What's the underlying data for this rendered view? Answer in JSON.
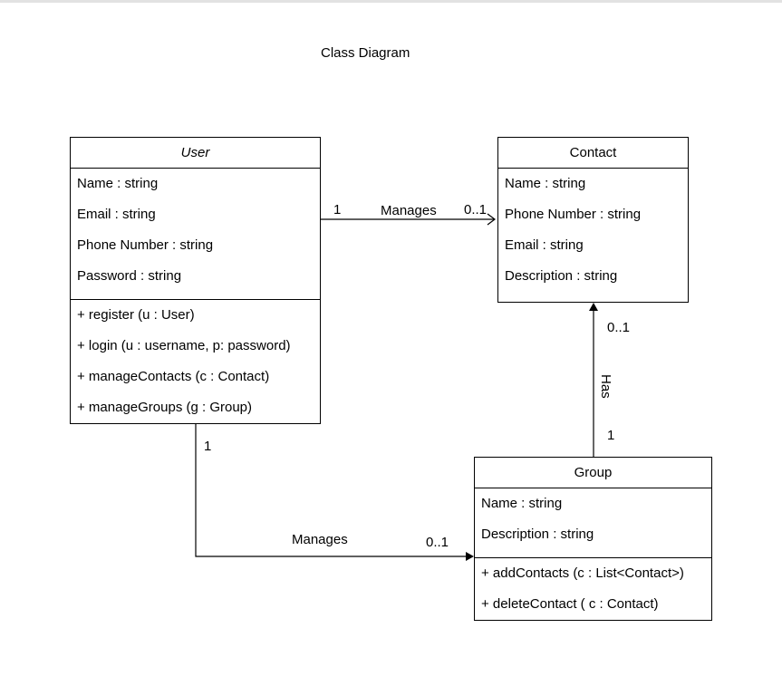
{
  "title": "Class Diagram",
  "classes": {
    "user": {
      "name": "User",
      "attributes": [
        "Name : string",
        "Email : string",
        "Phone Number : string",
        "Password : string"
      ],
      "methods": [
        "+ register (u : User)",
        "+ login (u : username, p: password)",
        "+ manageContacts (c : Contact)",
        "+ manageGroups (g : Group)"
      ]
    },
    "contact": {
      "name": "Contact",
      "attributes": [
        "Name : string",
        "Phone Number : string",
        "Email : string",
        "Description : string"
      ]
    },
    "group": {
      "name": "Group",
      "attributes": [
        "Name : string",
        "Description : string"
      ],
      "methods": [
        "+ addContacts (c : List<Contact>)",
        "+ deleteContact ( c : Contact)"
      ]
    }
  },
  "relations": {
    "user_contact": {
      "label": "Manages",
      "source_mult": "1",
      "target_mult": "0..1"
    },
    "user_group": {
      "label": "Manages",
      "source_mult": "1",
      "target_mult": "0..1"
    },
    "group_contact": {
      "label": "Has",
      "source_mult": "1",
      "target_mult": "0..1"
    }
  }
}
